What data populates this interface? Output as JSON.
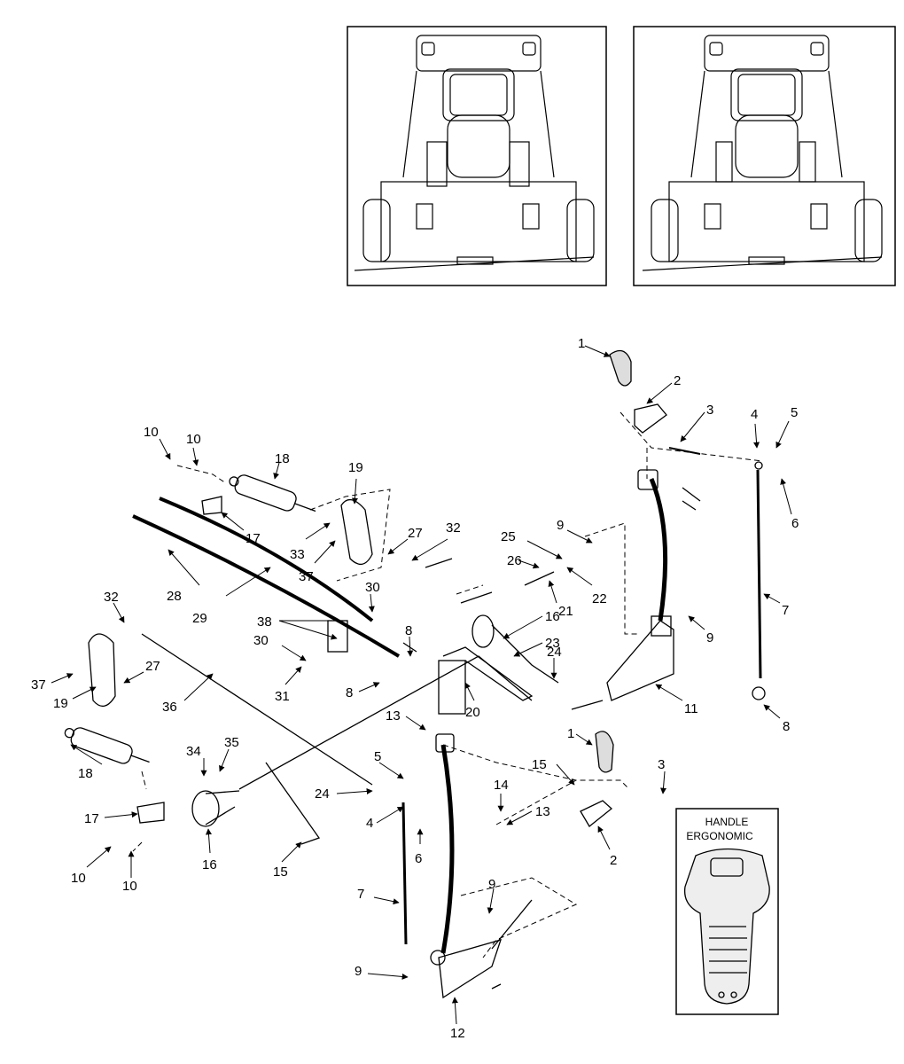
{
  "inset_handle": {
    "line1": "HANDLE",
    "line2": "ERGONOMIC"
  },
  "callouts": {
    "c1a": "1",
    "c2a": "2",
    "c3a": "3",
    "c4a": "4",
    "c5a": "5",
    "c6a": "6",
    "c7a": "7",
    "c8a": "8",
    "c9a": "9",
    "c9b": "9",
    "c11": "11",
    "c10a": "10",
    "c10b": "10",
    "c18a": "18",
    "c17a": "17",
    "c19a": "19",
    "c33": "33",
    "c27a": "27",
    "c37a": "37",
    "c32a": "32",
    "c25": "25",
    "c26": "26",
    "c22": "22",
    "c21": "21",
    "c28": "28",
    "c29": "29",
    "c30a": "30",
    "c30b": "30",
    "c38": "38",
    "c31": "31",
    "c8b": "8",
    "c8c": "8",
    "c16a": "16",
    "c23": "23",
    "c24a": "24",
    "c20": "20",
    "c32b": "32",
    "c37b": "37",
    "c19b": "19",
    "c27b": "27",
    "c36": "36",
    "c13a": "13",
    "c13b": "13",
    "c1b": "1",
    "c3b": "3",
    "c15a": "15",
    "c14": "14",
    "c5b": "5",
    "c4b": "4",
    "c6b": "6",
    "c24b": "24",
    "c34": "34",
    "c35": "35",
    "c18b": "18",
    "c17b": "17",
    "c10c": "10",
    "c10d": "10",
    "c16b": "16",
    "c15b": "15",
    "c2b": "2",
    "c7b": "7",
    "c9c": "9",
    "c9d": "9",
    "c12": "12"
  }
}
